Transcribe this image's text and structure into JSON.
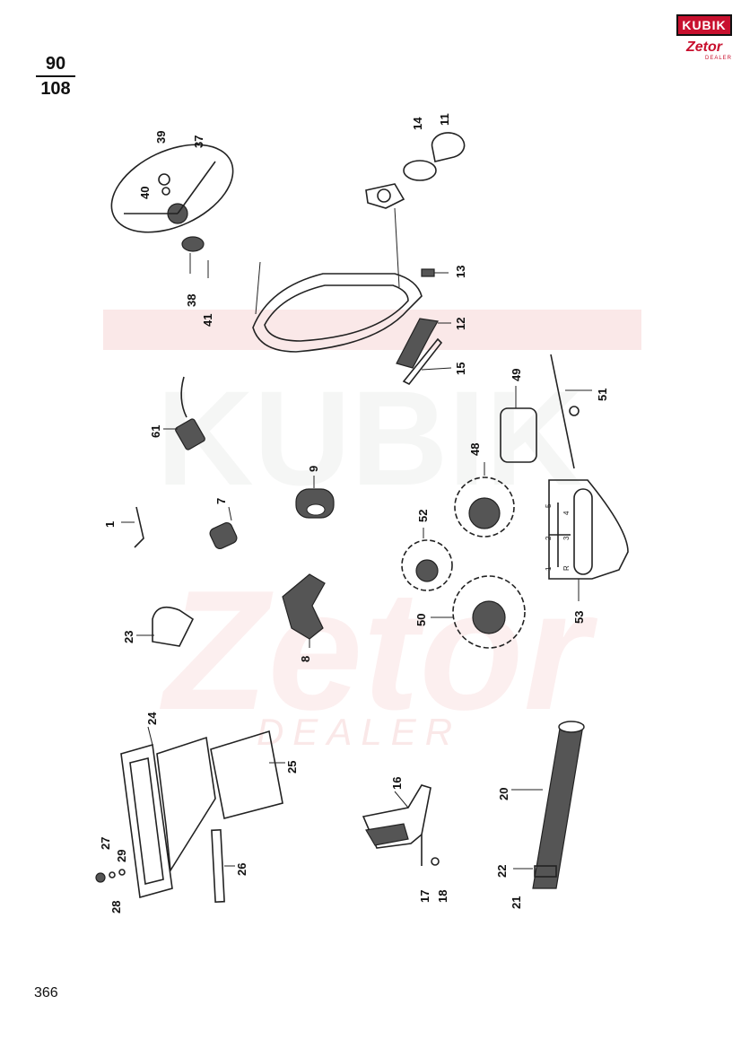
{
  "header": {
    "numerator": "90",
    "denominator": "108"
  },
  "logo": {
    "brand": "KUBIK",
    "sub": "Zetor",
    "tag": "DEALER"
  },
  "watermark": {
    "line1": "KUBIK",
    "line2": "Zetor",
    "line3": "DEALER"
  },
  "footer": {
    "page_number": "366"
  },
  "callouts": {
    "p1": "1",
    "p7": "7",
    "p8": "8",
    "p9": "9",
    "p11": "11",
    "p12": "12",
    "p13": "13",
    "p14": "14",
    "p15": "15",
    "p16": "16",
    "p17": "17",
    "p18": "18",
    "p20": "20",
    "p21": "21",
    "p22": "22",
    "p23": "23",
    "p24": "24",
    "p25": "25",
    "p26": "26",
    "p27": "27",
    "p28": "28",
    "p29": "29",
    "p37": "37",
    "p38": "38",
    "p39": "39",
    "p40": "40",
    "p41": "41",
    "p48": "48",
    "p49": "49",
    "p50": "50",
    "p51": "51",
    "p52": "52",
    "p53": "53",
    "p61": "61"
  },
  "plate": {
    "marks": [
      "1",
      "2",
      "3",
      "4",
      "5",
      "R"
    ]
  },
  "colors": {
    "brand": "#c8102e",
    "watermark": "#f6d6d6",
    "watermark_grey": "#eef0ee"
  }
}
